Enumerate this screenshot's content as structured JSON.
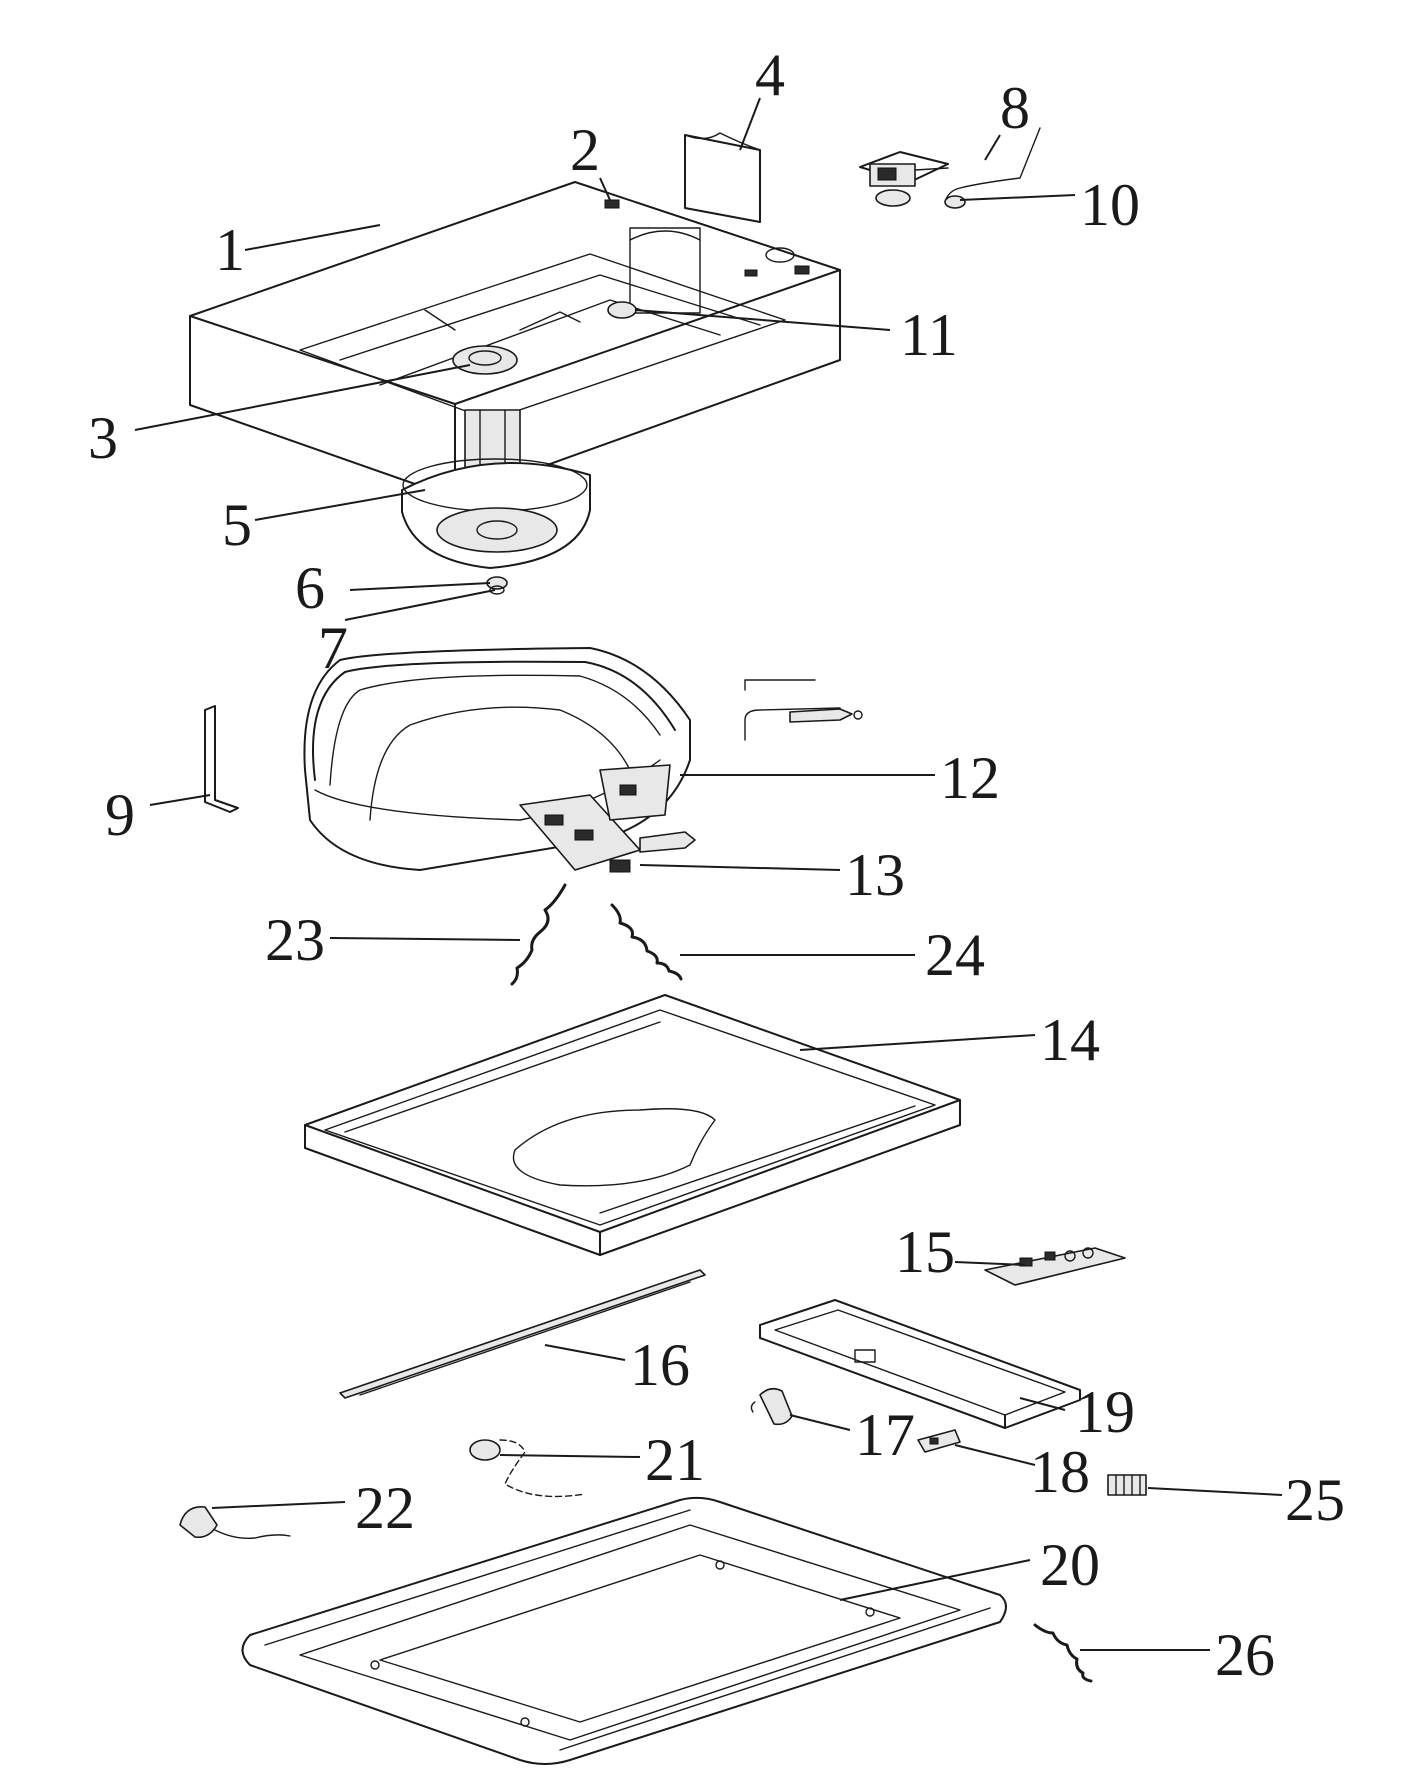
{
  "diagram": {
    "labels": [
      {
        "id": "1",
        "text": "1"
      },
      {
        "id": "2",
        "text": "2"
      },
      {
        "id": "3",
        "text": "3"
      },
      {
        "id": "4",
        "text": "4"
      },
      {
        "id": "5",
        "text": "5"
      },
      {
        "id": "6",
        "text": "6"
      },
      {
        "id": "7",
        "text": "7"
      },
      {
        "id": "8",
        "text": "8"
      },
      {
        "id": "9",
        "text": "9"
      },
      {
        "id": "10",
        "text": "10"
      },
      {
        "id": "11",
        "text": "11"
      },
      {
        "id": "12",
        "text": "12"
      },
      {
        "id": "13",
        "text": "13"
      },
      {
        "id": "14",
        "text": "14"
      },
      {
        "id": "15",
        "text": "15"
      },
      {
        "id": "16",
        "text": "16"
      },
      {
        "id": "17",
        "text": "17"
      },
      {
        "id": "18",
        "text": "18"
      },
      {
        "id": "19",
        "text": "19"
      },
      {
        "id": "20",
        "text": "20"
      },
      {
        "id": "21",
        "text": "21"
      },
      {
        "id": "22",
        "text": "22"
      },
      {
        "id": "23",
        "text": "23"
      },
      {
        "id": "24",
        "text": "24"
      },
      {
        "id": "25",
        "text": "25"
      },
      {
        "id": "26",
        "text": "26"
      }
    ]
  }
}
